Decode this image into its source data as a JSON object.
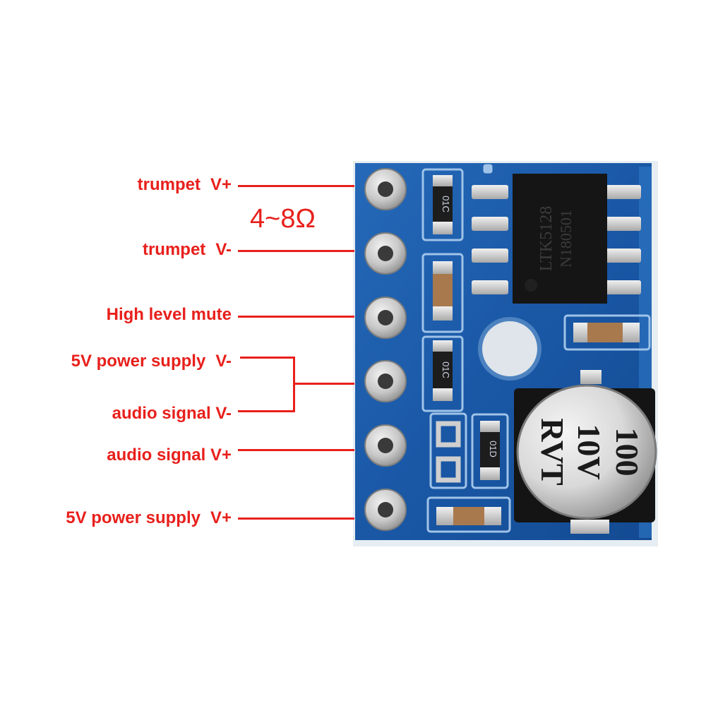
{
  "labels": {
    "pin1": {
      "text": "trumpet",
      "sign": "V+"
    },
    "pin2": {
      "text": "trumpet",
      "sign": "V-"
    },
    "pin3": {
      "text": "High level mute",
      "sign": ""
    },
    "pin4a": {
      "text": "5V power supply",
      "sign": "V-"
    },
    "pin4b": {
      "text": "audio signal V-",
      "sign": ""
    },
    "pin5": {
      "text": "audio signal V+",
      "sign": ""
    },
    "pin6": {
      "text": "5V power supply",
      "sign": "V+"
    }
  },
  "impedance": "4~8Ω",
  "chip": {
    "line1": "LTK5128",
    "line2": "N180501"
  },
  "capacitor": {
    "line1": "100",
    "line2": "10V",
    "line3": "RVT"
  },
  "resistors": {
    "r1": "01C",
    "r2": "01C",
    "r3": "01D"
  },
  "colors": {
    "label_red": "#e8201c",
    "pcb_blue": "#1b5aa8",
    "pad_silver": "#d4d4d4"
  }
}
